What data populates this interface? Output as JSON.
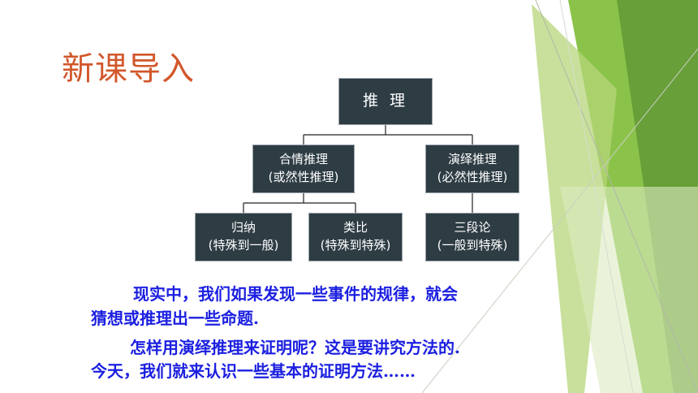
{
  "slide": {
    "title": "新课导入",
    "tree": {
      "root": "推 理",
      "left": {
        "label": "合情推理",
        "sub": "(或然性推理)"
      },
      "right": {
        "label": "演绎推理",
        "sub": "(必然性推理)"
      },
      "leaves": [
        {
          "label": "归纳",
          "sub": "(特殊到一般)"
        },
        {
          "label": "类比",
          "sub": "(特殊到特殊)"
        },
        {
          "label": "三段论",
          "sub": "(一般到特殊)"
        }
      ]
    },
    "paragraphs": [
      "现实中，我们如果发现一些事件的规律，就会",
      "猜想或推理出一些命题.",
      "怎样用演绎推理来证明呢？这是要讲究方法的.",
      "今天，我们就来认识一些基本的证明方法……"
    ]
  },
  "colors": {
    "title": "#d2572b",
    "node_fill": "#2e3c44",
    "body_text": "#1b1fe0",
    "accent_green": "#7cb342"
  }
}
